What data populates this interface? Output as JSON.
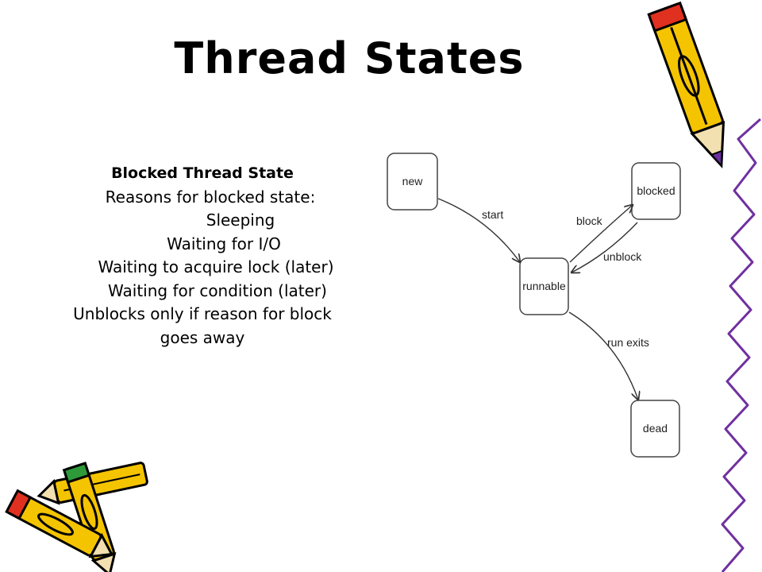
{
  "slide": {
    "title": "Thread States"
  },
  "text_block": {
    "heading": "Blocked Thread State",
    "line1": "Reasons for blocked state:",
    "reasons": [
      "Sleeping",
      "Waiting for I/O",
      "Waiting to acquire lock (later)",
      "Waiting for condition (later)"
    ],
    "line_unblock_1": "Unblocks only if reason for block",
    "line_unblock_2": "goes away"
  },
  "diagram": {
    "states": {
      "new": "new",
      "runnable": "runnable",
      "blocked": "blocked",
      "dead": "dead"
    },
    "transitions": {
      "start": "start",
      "block": "block",
      "unblock": "unblock",
      "run_exits": "run exits"
    }
  },
  "colors": {
    "border_zigzag": "#7030A0",
    "pencil_yellow": "#F5C400",
    "pencil_outline": "#000000"
  }
}
